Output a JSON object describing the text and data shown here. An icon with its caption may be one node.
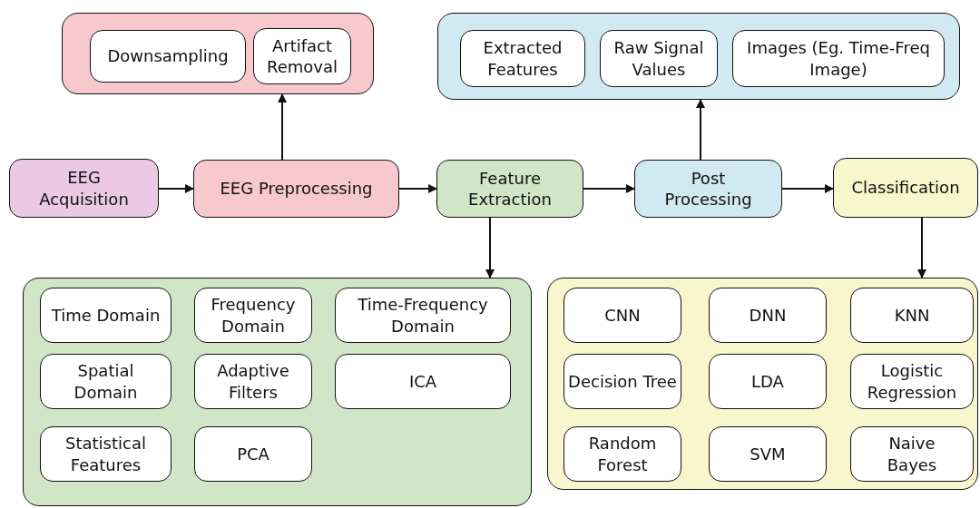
{
  "diagram": {
    "nodes": [
      {
        "text": [],
        "shape": "box"
      },
      {
        "text": [
          "Downsampling"
        ],
        "in": 0
      },
      {
        "text": [
          "Artifact Removal"
        ],
        "in": 0
      },
      {
        "text": [],
        "shape": "box"
      },
      {
        "text": [
          "Extracted Features"
        ],
        "in": 3
      },
      {
        "text": [
          "Raw Signal Values"
        ],
        "in": 3
      },
      {
        "text": [
          "Images (Eg. Time-Freq Image)"
        ],
        "in": 3
      },
      {
        "text": [
          "EEG Acquisition"
        ]
      },
      {
        "text": [
          "EEG Preprocessing"
        ]
      },
      {
        "text": [
          "Feature Extraction"
        ]
      },
      {
        "text": [
          "Post Processing"
        ]
      },
      {
        "text": [
          "Classification"
        ]
      },
      {
        "text": [],
        "shape": "box"
      },
      {
        "text": [
          "Time Domain"
        ],
        "in": 12
      },
      {
        "text": [
          "Frequency Domain"
        ],
        "in": 12
      },
      {
        "text": [
          "Time-Frequency Domain"
        ],
        "in": 12
      },
      {
        "text": [
          "Spatial Domain"
        ],
        "in": 12
      },
      {
        "text": [
          "Adaptive Filters"
        ],
        "in": 12
      },
      {
        "text": [
          "ICA"
        ],
        "in": 12
      },
      {
        "text": [
          "Statistical Features"
        ],
        "in": 12
      },
      {
        "text": [
          "PCA"
        ],
        "in": 12
      },
      {
        "text": [],
        "shape": "box"
      },
      {
        "text": [
          "CNN"
        ],
        "in": 21
      },
      {
        "text": [
          "DNN"
        ],
        "in": 21
      },
      {
        "text": [
          "KNN"
        ],
        "in": 21
      },
      {
        "text": [
          "Decision Tree"
        ],
        "in": 21
      },
      {
        "text": [
          "LDA"
        ],
        "in": 21
      },
      {
        "text": [
          "Logistic Regression"
        ],
        "in": 21
      },
      {
        "text": [
          "Random Forest"
        ],
        "in": 21
      },
      {
        "text": [
          "SVM"
        ],
        "in": 21
      },
      {
        "text": [
          "Naive Bayes"
        ],
        "in": 21
      }
    ],
    "edges": [
      {
        "from": 7,
        "to": 8,
        "arrow": "to"
      },
      {
        "from": 8,
        "to": 9,
        "arrow": "to"
      },
      {
        "from": 9,
        "to": 10,
        "arrow": "to"
      },
      {
        "from": 10,
        "to": 11,
        "arrow": "to"
      },
      {
        "from": 8,
        "to": 0,
        "arrow": "to"
      },
      {
        "from": 10,
        "to": 3,
        "arrow": "to"
      },
      {
        "from": 9,
        "to": 12,
        "arrow": "to"
      },
      {
        "from": 11,
        "to": 21,
        "arrow": "to"
      }
    ]
  }
}
